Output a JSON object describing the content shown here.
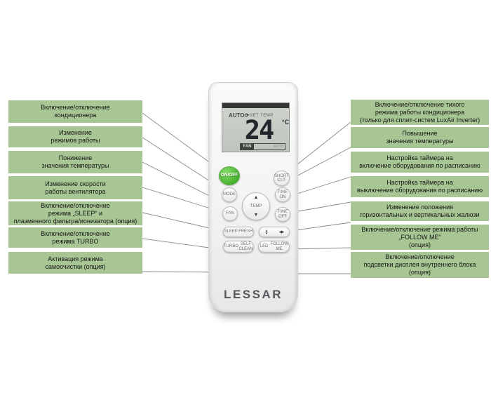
{
  "colors": {
    "callout_bg": "#a7c694",
    "connector_line": "#8a8a8a",
    "power_button_green": "#46b22f",
    "lcd_background": "#c6cac4"
  },
  "left_labels": [
    "Включение/отключение\nкондиционера",
    "Изменение\nрежимов работы",
    "Понижение\nзначения температуры",
    "Изменение скорости\nработы вентилятора",
    "Включение/отключение\nрежима „SLEEP“ и\nплазменного фильтра/ионизатора (опция)",
    "Включение/отключение\nрежима TURBO",
    "Активация режима\nсамоочистки (опция)"
  ],
  "right_labels": [
    "Включение/отключение тихого\nрежима работы кондиционера\n(только для сплит-систем LuxAir Inverter)",
    "Повышение\nзначения температуры",
    "Настройка таймера на\nвключение оборудования по расписанию",
    "Настройка таймера на\nвыключение оборудования по расписанию",
    "Изменение положения\nгоризонтальных и вертикальных жалюзи",
    "Включение/отключение режима работы\n„FOLLOW ME“\n(опция)",
    "Включение/отключение\nподсветки дисплея внутреннего блока\n(опция)"
  ],
  "remote": {
    "brand": "LESSAR",
    "display": {
      "mode": "AUTO",
      "cycle_icon": "⟳",
      "set_temp_label": "SET TEMP",
      "temperature": "24",
      "unit": "°C",
      "fan_label": "FAN",
      "fan_value": "AUTO"
    },
    "buttons": {
      "power": "ON/OFF",
      "mode": "MODE",
      "fan": "FAN",
      "temp": "TEMP",
      "temp_up": "▲",
      "temp_down": "▼",
      "shortcut": "SHORT CUT",
      "time_on": "TIME ON",
      "time_off": "TIME OFF",
      "sleep": "SLEEP",
      "fresh": "FRESH",
      "turbo": "TURBO",
      "self_clean": "SELF CLEAN",
      "led": "LED",
      "follow_me": "FOLLOW ME"
    },
    "icons": {
      "swing_vertical_up": "▲",
      "swing_vertical_down": "▼",
      "swing_horizontal_left": "◀",
      "swing_horizontal_right": "▶"
    }
  }
}
